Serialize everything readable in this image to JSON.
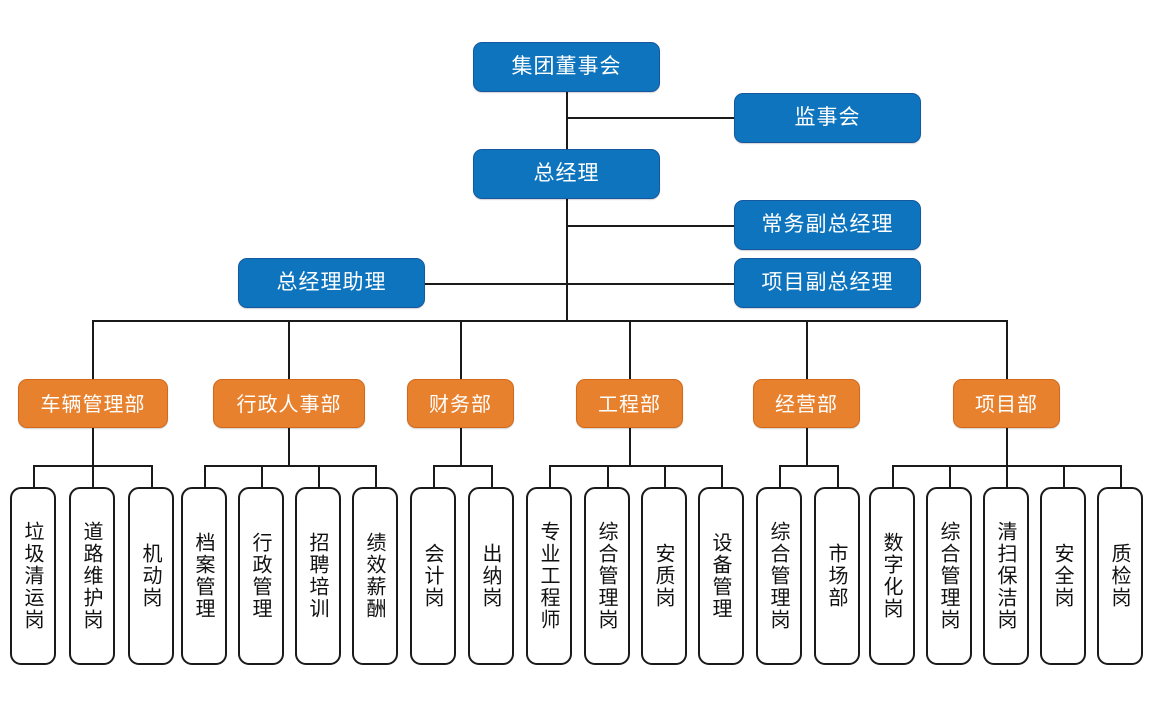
{
  "meta": {
    "title": "集团组织架构图",
    "colors": {
      "executive_fill": "#0d74bd",
      "executive_border": "#1558a0",
      "department_fill": "#e8812e",
      "department_border": "#d2691a",
      "leaf_fill": "#ffffff",
      "leaf_border": "#1a1a1a",
      "connector": "#1a1a1a",
      "canvas": "#ffffff"
    }
  },
  "executive": {
    "board": "集团董事会",
    "supervisory": "监事会",
    "general_manager": "总经理",
    "executive_deputy": "常务副总经理",
    "project_deputy": "项目副总经理",
    "gm_assistant": "总经理助理"
  },
  "departments": [
    {
      "name": "车辆管理部",
      "positions": [
        "垃圾清运岗",
        "道路维护岗",
        "机动岗"
      ]
    },
    {
      "name": "行政人事部",
      "positions": [
        "档案管理",
        "行政管理",
        "招聘培训",
        "绩效薪酬"
      ]
    },
    {
      "name": "财务部",
      "positions": [
        "会计岗",
        "出纳岗"
      ]
    },
    {
      "name": "工程部",
      "positions": [
        "专业工程师",
        "综合管理岗",
        "安质岗",
        "设备管理"
      ]
    },
    {
      "name": "经营部",
      "positions": [
        "综合管理岗",
        "市场部"
      ]
    },
    {
      "name": "项目部",
      "positions": [
        "数字化岗",
        "综合管理岗",
        "清扫保洁岗",
        "安全岗",
        "质检岗"
      ]
    }
  ]
}
